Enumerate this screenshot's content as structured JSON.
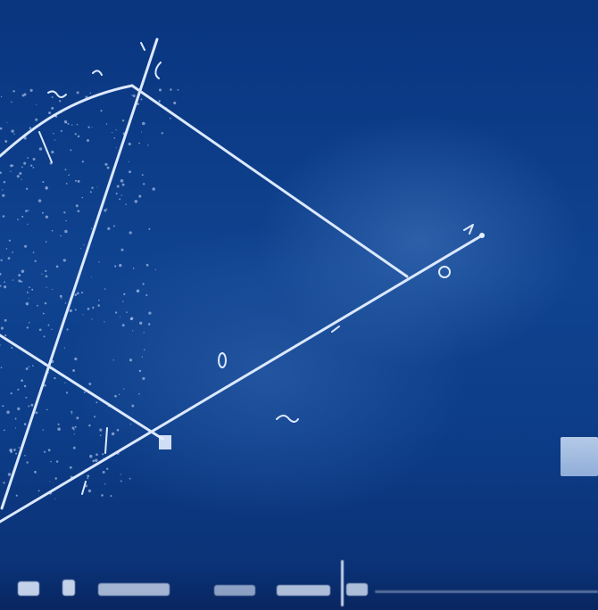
{
  "scene": {
    "description_colors": {
      "background": "#0b3a86",
      "lines": "#dce9ff"
    }
  },
  "shapes": {
    "quadrilateral": "chalk-outline",
    "crossing-line": "chalk-line",
    "arc": "chalk-arc"
  }
}
